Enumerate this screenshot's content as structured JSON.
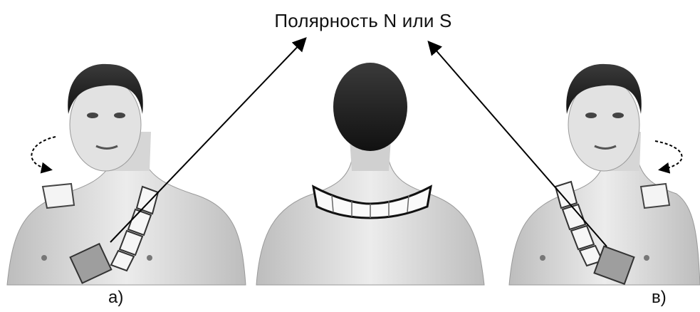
{
  "title": "Полярность N или  S",
  "panels": [
    {
      "id": "a",
      "label": "а)"
    },
    {
      "id": "center",
      "label": ""
    },
    {
      "id": "b",
      "label": "в)"
    }
  ]
}
